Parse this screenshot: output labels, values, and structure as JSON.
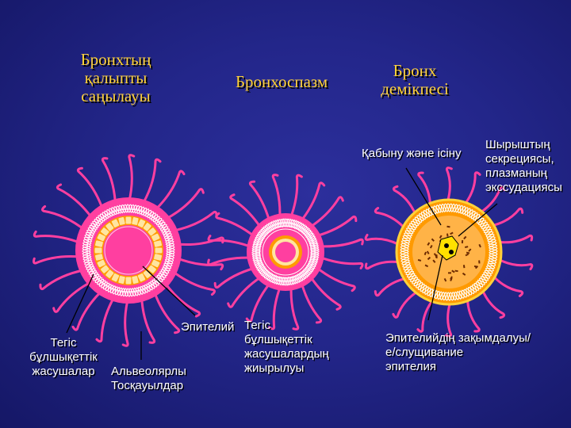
{
  "titles": {
    "normal_line1": "Бронхтың",
    "normal_line2": "қалыпты",
    "normal_line3": "саңылауы",
    "bronchospasm": "Бронхоспазм",
    "asthma_line1": "Бронх",
    "asthma_line2": "демікпесі"
  },
  "labels": {
    "smooth_muscle_1": "Тегіс",
    "smooth_muscle_2": "бұлшықеттік",
    "smooth_muscle_3": "жасушалар",
    "alveolar_1": "Альвеолярлы",
    "alveolar_2": "Тосқауылдар",
    "epithelium": "Эпителий",
    "contraction_1": "Тегіс",
    "contraction_2": "бұлшықеттік",
    "contraction_3": "жасушалардың",
    "contraction_4": "жиырылуы",
    "inflammation": "Қабыну және ісіну",
    "secretion_1": "Шырыштың",
    "secretion_2": "секрециясы,",
    "secretion_3": "плазманың",
    "secretion_4": "экссудациясы",
    "damage_1": "Эпителийдің зақымдалуы/",
    "damage_2": "е/слущивание",
    "damage_3": "эпителия"
  },
  "colors": {
    "pink": "#ff3fa0",
    "orange": "#ff9a00",
    "yellow": "#ffd23a",
    "cream": "#ffe5a0",
    "white_mesh": "#ffffff",
    "background": "#23268a"
  }
}
